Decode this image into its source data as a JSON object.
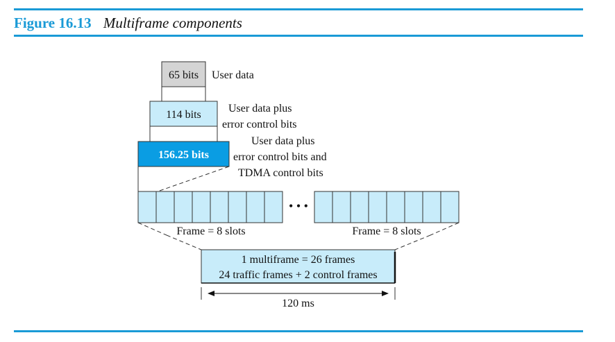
{
  "figure": {
    "number": "Figure 16.13",
    "caption": "Multiframe components"
  },
  "boxes": {
    "user_data": {
      "bits": "65 bits",
      "label": "User data"
    },
    "error_control": {
      "bits": "114 bits",
      "label_lines": [
        "User data plus",
        "error control bits"
      ]
    },
    "tdma": {
      "bits": "156.25 bits",
      "label_lines": [
        "User data plus",
        "error control bits and",
        "TDMA control bits"
      ]
    }
  },
  "frames": {
    "ellipsis": "• • •",
    "left_label": "Frame = 8 slots",
    "right_label": "Frame = 8 slots"
  },
  "multiframe": {
    "lines": [
      "1 multiframe = 26 frames",
      "24 traffic frames + 2 control frames"
    ],
    "duration": "120 ms"
  },
  "colors": {
    "accent": "#1a9ad6",
    "light_blue": "#c8ecfa",
    "gray_box": "#d4d4d4",
    "strong_blue": "#0a9de3"
  }
}
